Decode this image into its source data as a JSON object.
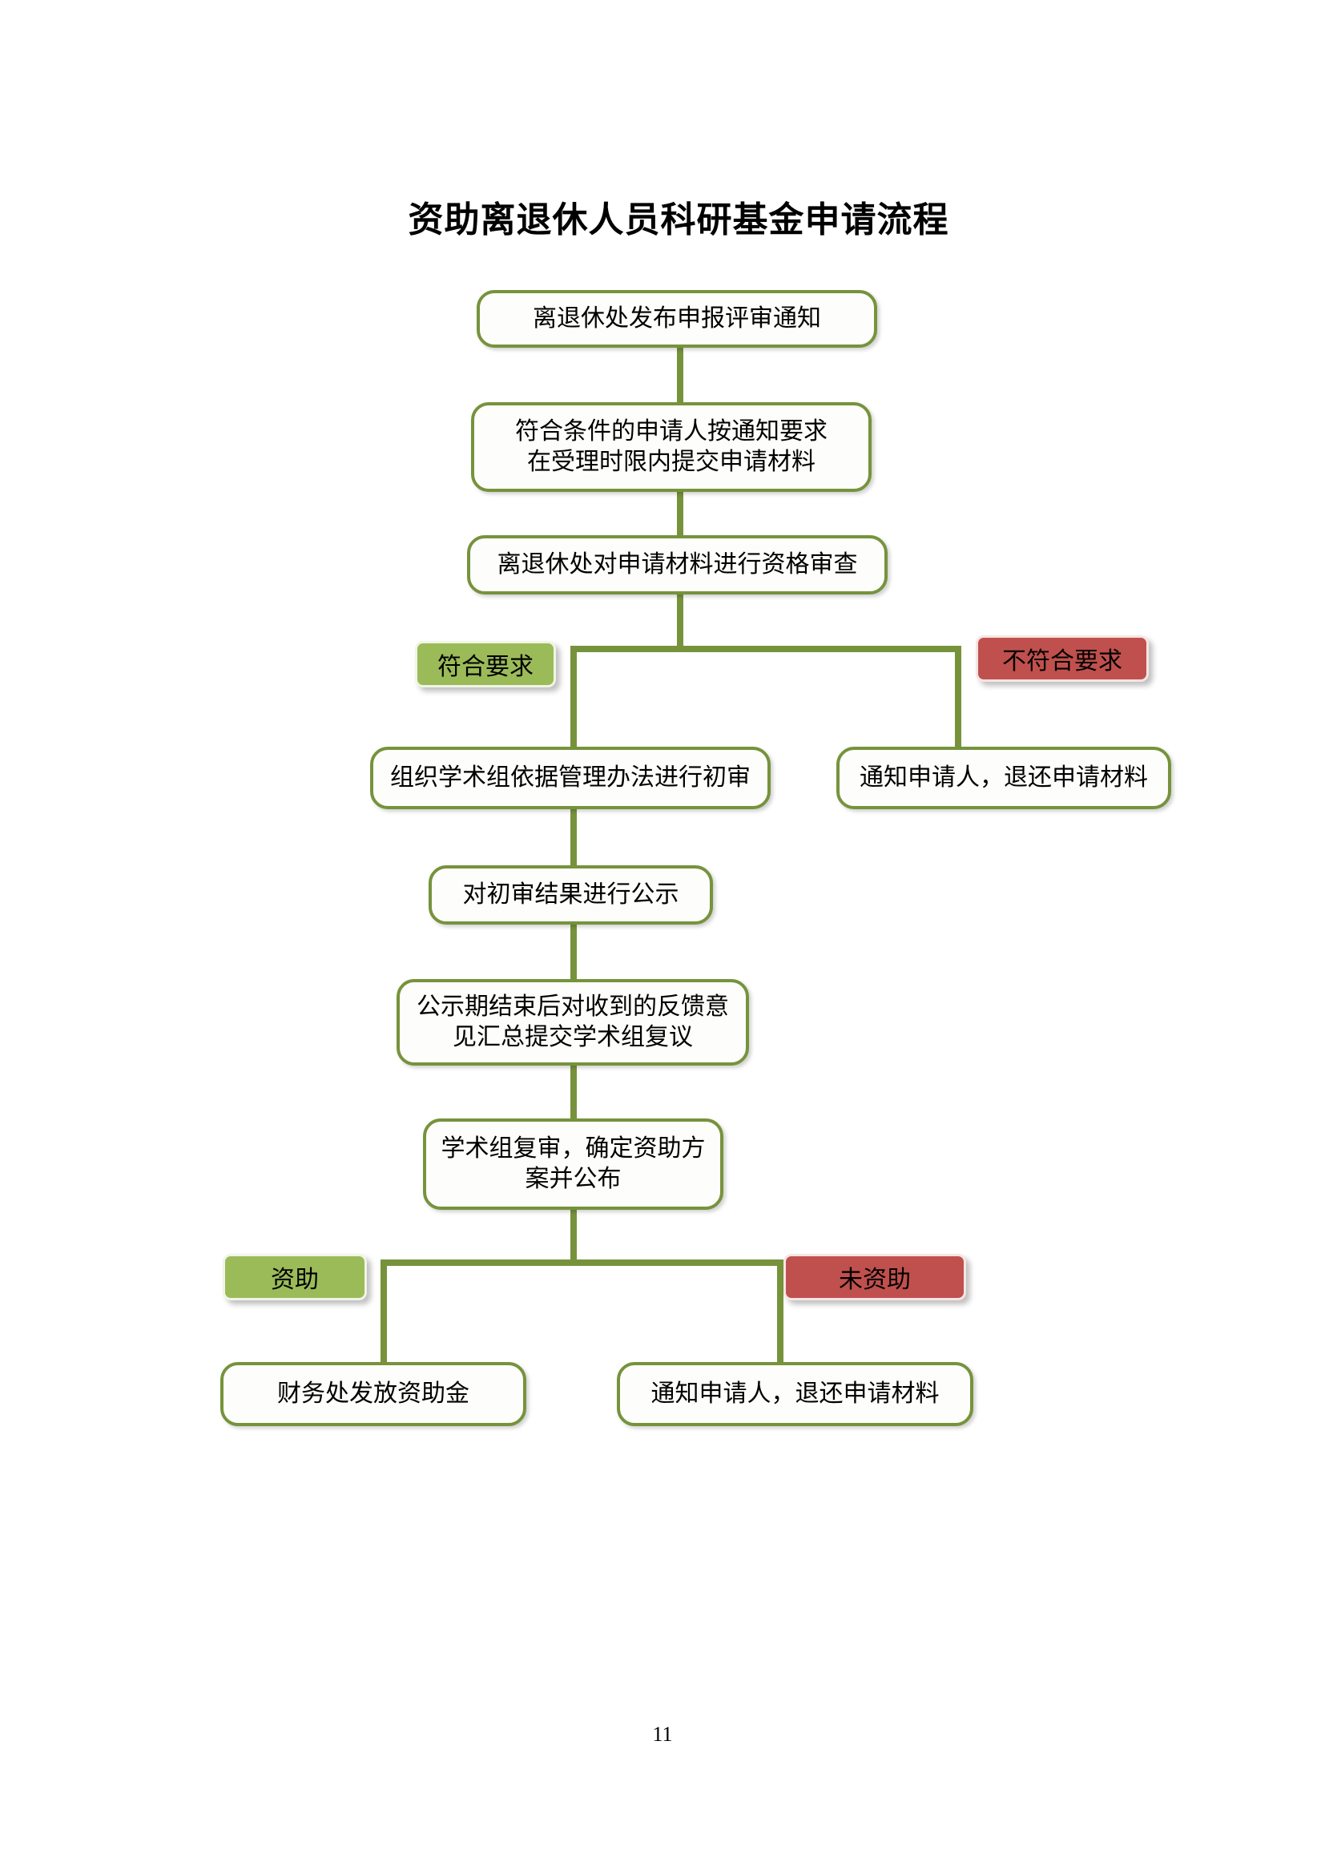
{
  "document": {
    "title": "资助离退休人员科研基金申请流程",
    "page_number": "11"
  },
  "colors": {
    "box_border": "#76933c",
    "box_fill": "#fdfdfb",
    "badge_green": "#9bbb59",
    "badge_red": "#c0504d",
    "connector": "#76933c",
    "text": "#000000"
  },
  "flow": {
    "nodes": [
      {
        "id": "n1",
        "label": "离退休处发布申报评审通知"
      },
      {
        "id": "n2",
        "label": "符合条件的申请人按通知要求\n在受理时限内提交申请材料"
      },
      {
        "id": "n3",
        "label": "离退休处对申请材料进行资格审查"
      },
      {
        "id": "n4",
        "label": "组织学术组依据管理办法进行初审"
      },
      {
        "id": "n5",
        "label": "通知申请人，退还申请材料"
      },
      {
        "id": "n6",
        "label": "对初审结果进行公示"
      },
      {
        "id": "n7",
        "label": "公示期结束后对收到的反馈意\n见汇总提交学术组复议"
      },
      {
        "id": "n8",
        "label": "学术组复审，确定资助方\n案并公布"
      },
      {
        "id": "n9",
        "label": "财务处发放资助金"
      },
      {
        "id": "n10",
        "label": "通知申请人，退还申请材料"
      }
    ],
    "badges": [
      {
        "id": "b1",
        "label": "符合要求",
        "tone": "green"
      },
      {
        "id": "b2",
        "label": "不符合要求",
        "tone": "red"
      },
      {
        "id": "b3",
        "label": "资助",
        "tone": "green"
      },
      {
        "id": "b4",
        "label": "未资助",
        "tone": "red"
      }
    ]
  }
}
